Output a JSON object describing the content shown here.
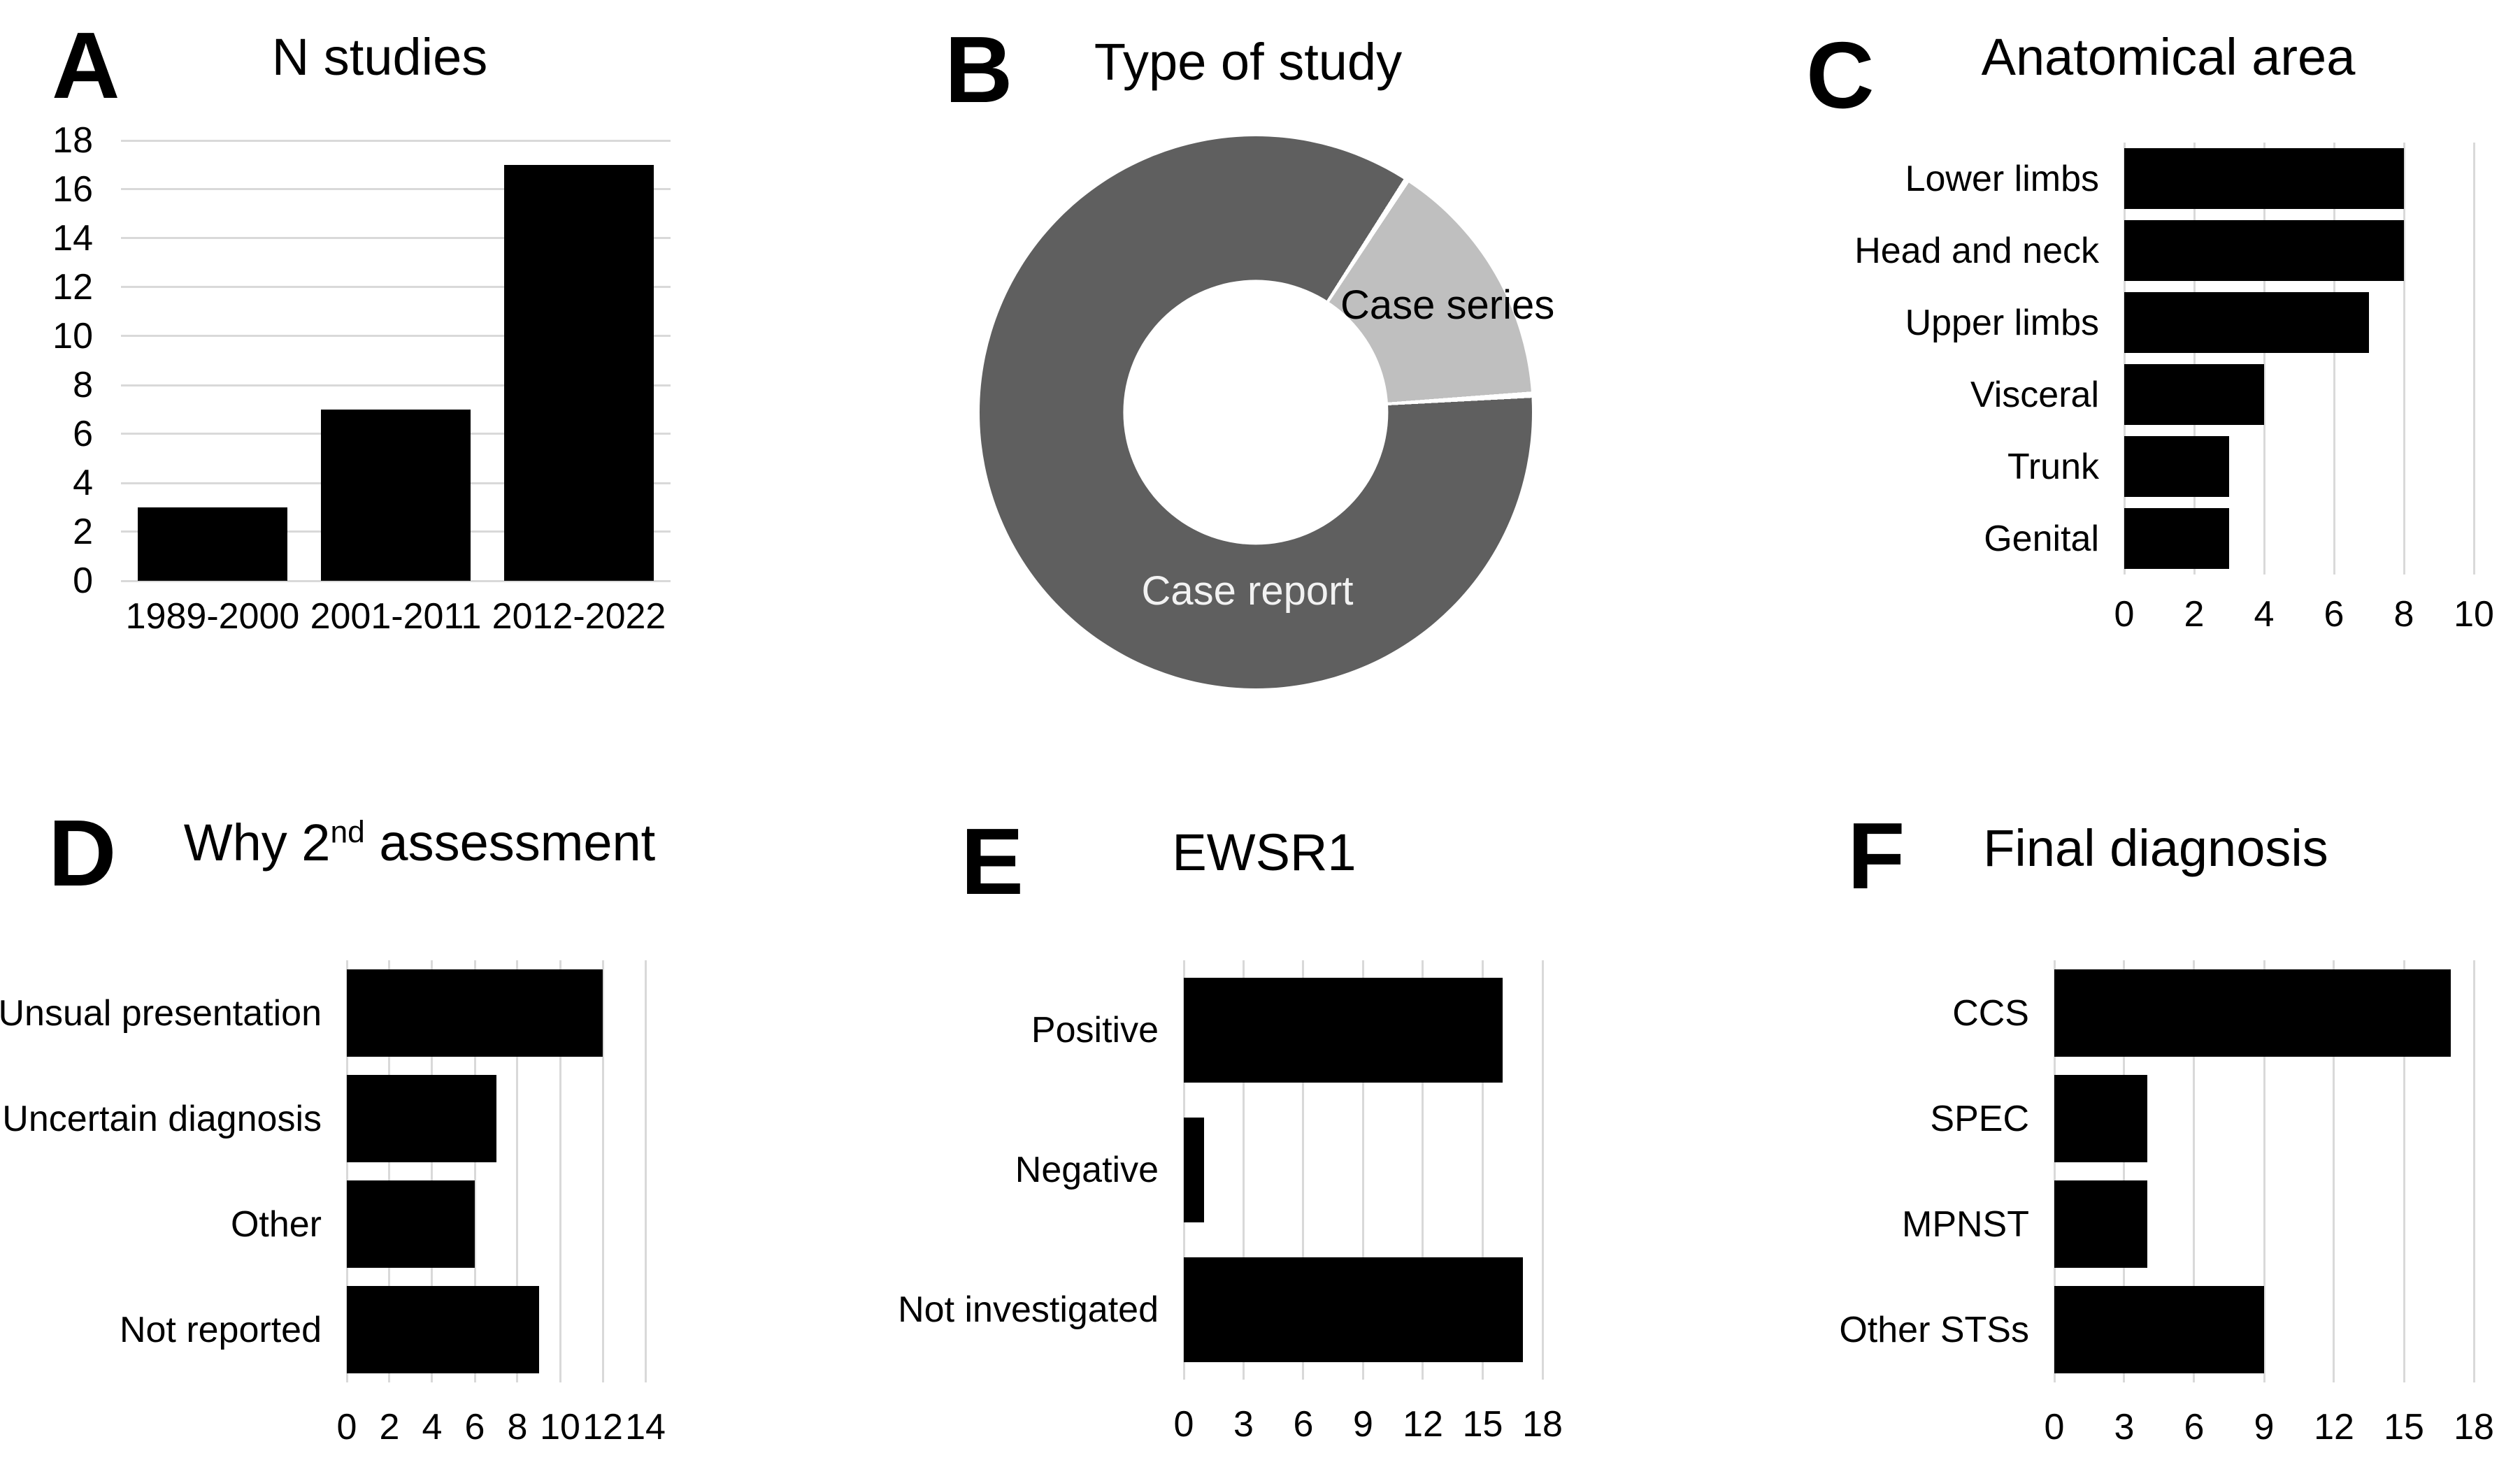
{
  "style": {
    "background": "#ffffff",
    "bar_color": "#000000",
    "grid_color": "#d9d9d9",
    "text_color": "#000000",
    "donut_dark": "#5f5f5f",
    "donut_light": "#bfbfbf",
    "donut_separator": "#ffffff"
  },
  "chart_data": [
    {
      "letter": "A",
      "type": "bar",
      "orientation": "vertical",
      "title": "N studies",
      "categories": [
        "1989-2000",
        "2001-2011",
        "2012-2022"
      ],
      "values": [
        3,
        7,
        17
      ],
      "xlabel": "",
      "ylabel": "",
      "ylim": [
        0,
        18
      ],
      "ytick_step": 2,
      "grid": "horizontal",
      "bar_color": "#000000"
    },
    {
      "letter": "B",
      "type": "pie",
      "subtype": "donut",
      "title": "Type of study",
      "labels": [
        "Case series",
        "Case report"
      ],
      "values": [
        4,
        23
      ],
      "colors": [
        "#bfbfbf",
        "#5f5f5f"
      ],
      "label_text_colors": [
        "#000000",
        "#f2f2f2"
      ],
      "start_angle_deg": 33,
      "direction": "clockwise",
      "hole_ratio": 0.48,
      "separator_color": "#ffffff"
    },
    {
      "letter": "C",
      "type": "bar",
      "orientation": "horizontal",
      "title": "Anatomical area",
      "categories": [
        "Lower limbs",
        "Head and neck",
        "Upper limbs",
        "Visceral",
        "Trunk",
        "Genital"
      ],
      "values": [
        8,
        8,
        7,
        4,
        3,
        3
      ],
      "xlim": [
        0,
        10
      ],
      "xtick_step": 2,
      "grid": "vertical",
      "bar_color": "#000000"
    },
    {
      "letter": "D",
      "type": "bar",
      "orientation": "horizontal",
      "title": "Why 2nd assessment",
      "title_rich": {
        "pre": "Why 2",
        "sup": "nd",
        "post": " assessment"
      },
      "categories": [
        "Unsual presentation",
        "Uncertain diagnosis",
        "Other",
        "Not reported"
      ],
      "values": [
        12,
        7,
        6,
        9
      ],
      "xlim": [
        0,
        14
      ],
      "xtick_step": 2,
      "grid": "vertical",
      "bar_color": "#000000"
    },
    {
      "letter": "E",
      "type": "bar",
      "orientation": "horizontal",
      "title": "EWSR1",
      "categories": [
        "Positive",
        "Negative",
        "Not investigated"
      ],
      "values": [
        16,
        1,
        17
      ],
      "xlim": [
        0,
        18
      ],
      "xtick_step": 3,
      "grid": "vertical",
      "bar_color": "#000000"
    },
    {
      "letter": "F",
      "type": "bar",
      "orientation": "horizontal",
      "title": "Final diagnosis",
      "categories": [
        "CCS",
        "SPEC",
        "MPNST",
        "Other STSs"
      ],
      "values": [
        17,
        4,
        4,
        9
      ],
      "xlim": [
        0,
        18
      ],
      "xtick_step": 3,
      "grid": "vertical",
      "bar_color": "#000000"
    }
  ]
}
